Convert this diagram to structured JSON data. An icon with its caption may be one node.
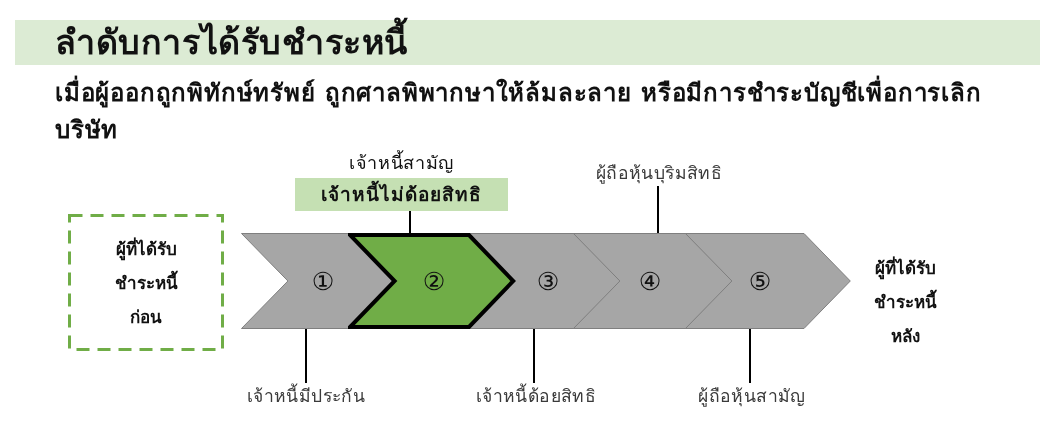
{
  "diagram": {
    "title": "ลำดับการได้รับชำระหนี้",
    "nodes": [
      {
        "text": [
          "ผู้ที่ได้รับชำระหนี้ก่อน"
        ]
      },
      {
        "text": [
          "①"
        ]
      },
      {
        "text": [
          "②"
        ]
      },
      {
        "text": [
          "③"
        ]
      },
      {
        "text": [
          "④"
        ]
      },
      {
        "text": [
          "⑤"
        ]
      },
      {
        "text": [
          "เจ้าหนี้สามัญ",
          "เจ้าหนี้ไม่ด้อยสิทธิ"
        ]
      },
      {
        "text": [
          "ผู้ถือหุ้นบุริมสิทธิ"
        ]
      },
      {
        "text": [
          "เจ้าหนี้มีประกัน"
        ]
      },
      {
        "text": [
          "เจ้าหนี้ด้อยสิทธิ"
        ]
      },
      {
        "text": [
          "ผู้ถือหุ้นสามัญ"
        ]
      }
    ],
    "edges": [
      {
        "from": 6,
        "to": 2,
        "arrow": "none"
      },
      {
        "from": 7,
        "to": 4,
        "arrow": "none"
      },
      {
        "from": 8,
        "to": 1,
        "arrow": "none"
      },
      {
        "from": 9,
        "to": 3,
        "arrow": "none"
      },
      {
        "from": 10,
        "to": 5,
        "arrow": "none"
      }
    ],
    "labels": [
      "เมื่อผู้ออกถูกพิทักษ์ทรัพย์ ถูกศาลพิพากษาให้ล้มละลาย หรือมีการชำระบัญชีเพื่อการเลิกบริษัท",
      "ผู้ที่ได้รับชำระหนี้หลัง"
    ]
  }
}
